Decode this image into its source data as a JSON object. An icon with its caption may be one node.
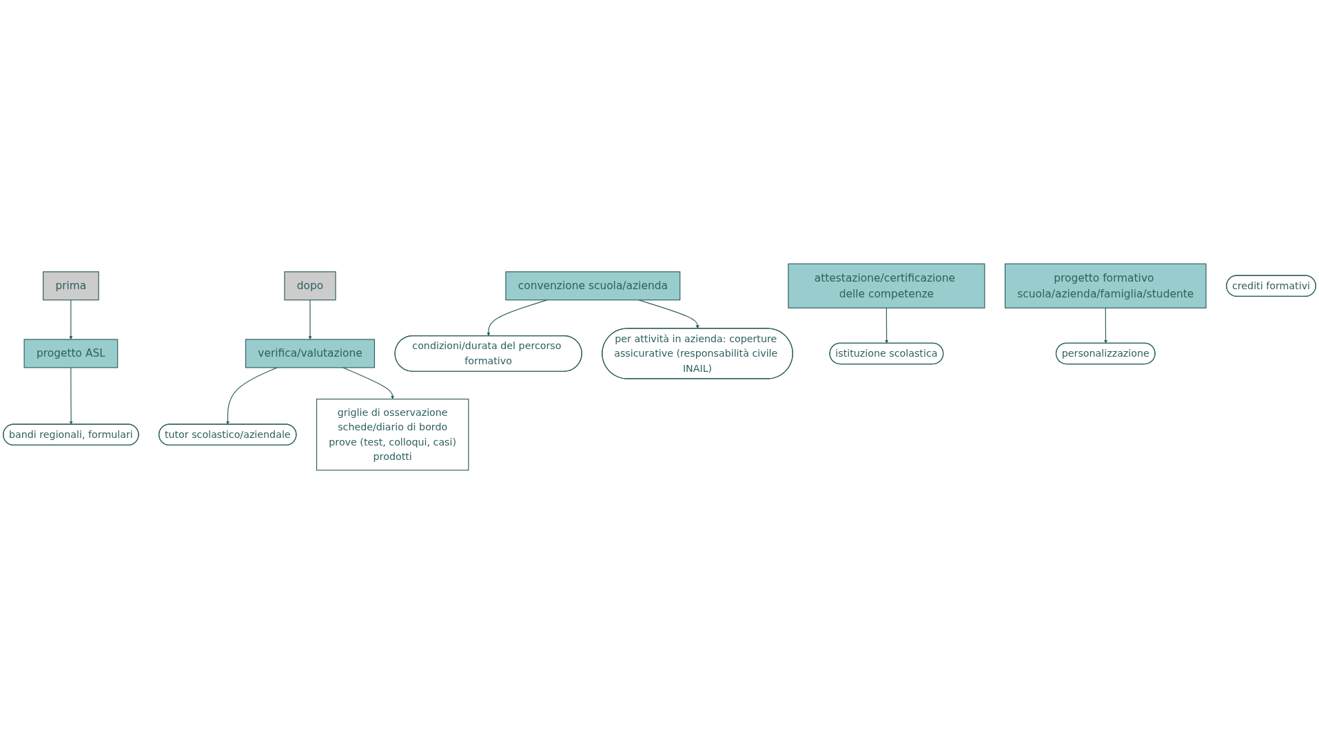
{
  "diagram": {
    "nodes": [
      {
        "text": [
          "prima"
        ]
      },
      {
        "text": [
          "dopo"
        ]
      },
      {
        "text": [
          "progetto ASL"
        ]
      },
      {
        "text": [
          "bandi regionali, formulari"
        ]
      },
      {
        "text": [
          "tutor scolastico/aziendale"
        ]
      },
      {
        "text": [
          "verifica/valutazione"
        ]
      },
      {
        "text": [
          "condizioni/durata del percorso formativo"
        ]
      },
      {
        "text": [
          "convenzione scuola/azienda"
        ]
      },
      {
        "text": [
          "per attività in azienda: coperture assicurative (responsabilità civile INAIL)"
        ]
      },
      {
        "text": [
          "griglie di osservazione",
          "schede/diario di bordo",
          "prove (test, colloqui, casi)",
          "prodotti"
        ]
      },
      {
        "text": [
          "attestazione/certificazione delle competenze"
        ]
      },
      {
        "text": [
          "progetto formativo scuola/azienda/famiglia/studente"
        ]
      },
      {
        "text": [
          "istituzione scolastica"
        ]
      },
      {
        "text": [
          "personalizzazione"
        ]
      },
      {
        "text": [
          "crediti formativi"
        ]
      }
    ],
    "edges": [
      {
        "from": 0,
        "to": 2,
        "arrow": "to"
      },
      {
        "from": 1,
        "to": 5,
        "arrow": "to"
      },
      {
        "from": 2,
        "to": 3,
        "arrow": "to"
      },
      {
        "from": 5,
        "to": 4,
        "arrow": "to"
      },
      {
        "from": 5,
        "to": 9,
        "arrow": "to"
      },
      {
        "from": 7,
        "to": 6,
        "arrow": "to"
      },
      {
        "from": 7,
        "to": 8,
        "arrow": "to"
      },
      {
        "from": 10,
        "to": 12,
        "arrow": "to"
      },
      {
        "from": 11,
        "to": 13,
        "arrow": "to"
      }
    ]
  }
}
